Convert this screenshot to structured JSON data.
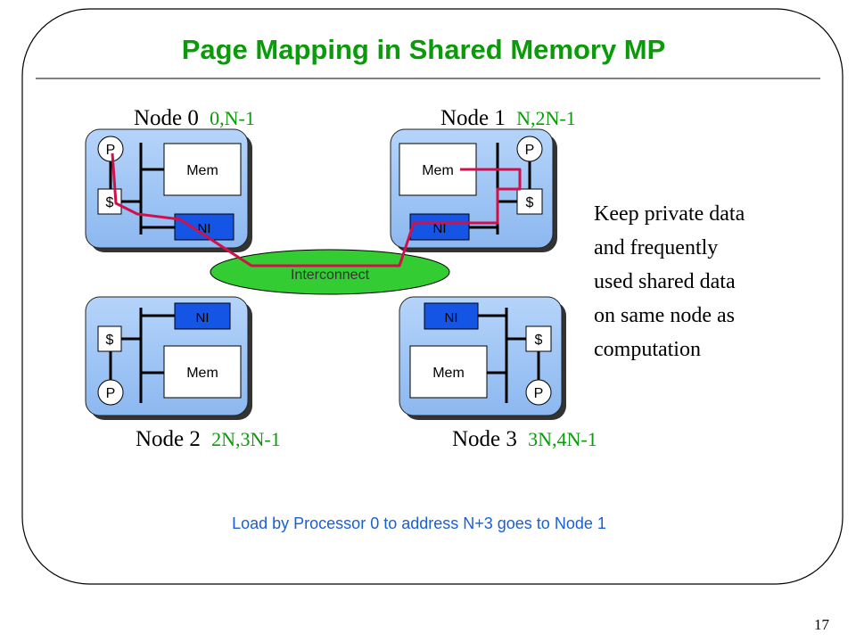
{
  "slide": {
    "title": "Page Mapping in Shared Memory MP",
    "page_number": "17",
    "note_lines": [
      "Keep private data",
      "and frequently",
      "used shared data",
      "on same node as",
      "computation"
    ],
    "caption": "Load by Processor 0 to address N+3 goes to Node 1"
  },
  "labels": {
    "processor": "P",
    "cache": "$",
    "memory": "Mem",
    "network_interface": "NI"
  },
  "interconnect_label": "Interconnect",
  "nodes": [
    {
      "name": "Node 0",
      "range": "0,N-1"
    },
    {
      "name": "Node 1",
      "range": "N,2N-1"
    },
    {
      "name": "Node 2",
      "range": "2N,3N-1"
    },
    {
      "name": "Node 3",
      "range": "3N,4N-1"
    }
  ],
  "colors": {
    "title": "#0a9a0a",
    "range_text": "#0a9a0a",
    "caption": "#1a5fd6",
    "node_fill": "#9ec6f6",
    "node_shadow": "#333333",
    "ni_fill": "#1555e6",
    "interconnect_fill": "#33cc33",
    "path": "#d0104a"
  }
}
